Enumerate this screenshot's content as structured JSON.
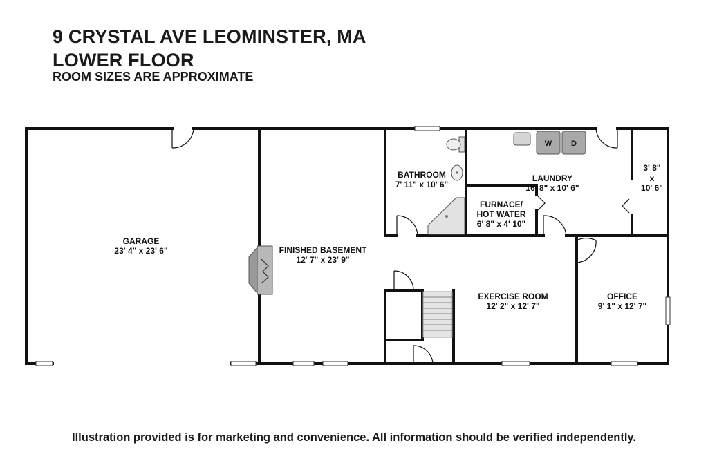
{
  "header": {
    "address": "9 CRYSTAL AVE LEOMINSTER, MA",
    "floor": "LOWER FLOOR",
    "note": "ROOM SIZES ARE APPROXIMATE"
  },
  "rooms": {
    "garage": {
      "name": "GARAGE",
      "size": "23' 4\" x 23' 6\""
    },
    "finished_basement": {
      "name": "FINISHED BASEMENT",
      "size": "12' 7\" x 23' 9\""
    },
    "bathroom": {
      "name": "BATHROOM",
      "size": "7' 11\" x 10' 6\""
    },
    "laundry": {
      "name": "LAUNDRY",
      "size": "16' 8\" x 10' 6\""
    },
    "closet": {
      "line1": "3' 8\"",
      "line2": "x",
      "line3": "10' 6\""
    },
    "furnace": {
      "line1": "FURNACE/",
      "line2": "HOT WATER",
      "size": "6' 8\" x 4' 10\""
    },
    "exercise_room": {
      "name": "EXERCISE ROOM",
      "size": "12' 2\" x 12' 7\""
    },
    "office": {
      "name": "OFFICE",
      "size": "9' 1\" x 12' 7\""
    }
  },
  "appliances": {
    "washer": "W",
    "dryer": "D"
  },
  "disclaimer": "Illustration provided is for marketing and convenience. All information should be verified independently."
}
